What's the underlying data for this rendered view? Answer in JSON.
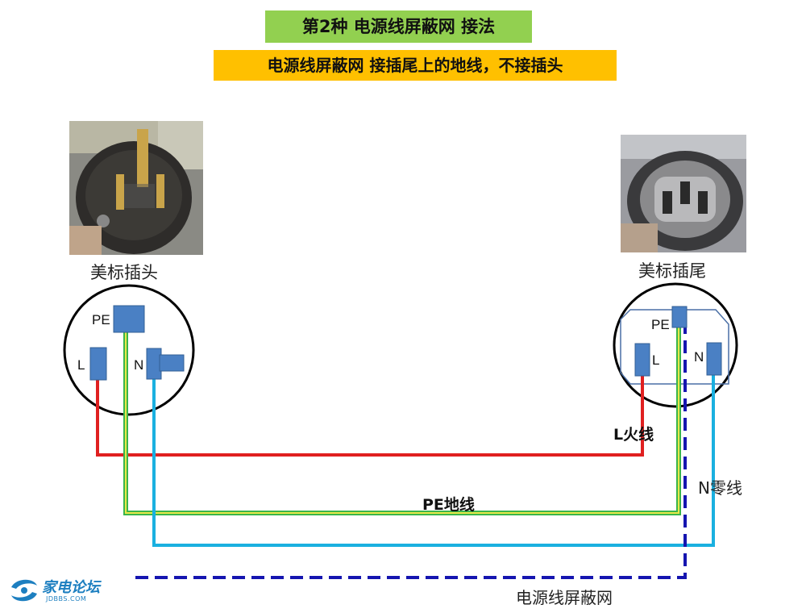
{
  "title": "第2种  电源线屏蔽网 接法",
  "subtitle": "电源线屏蔽网 接插尾上的地线，不接插头",
  "plug_caption": "美标插头",
  "socket_caption": "美标插尾",
  "plug_labels": {
    "pe": "PE",
    "l": "L",
    "n": "N"
  },
  "socket_labels": {
    "pe": "PE",
    "l": "L",
    "n": "N"
  },
  "wire_labels": {
    "live": "L火线",
    "earth": "PE地线",
    "neutral": "N零线",
    "shield": "电源线屏蔽网"
  },
  "colors": {
    "live": "#e02020",
    "earth_yellow": "#e8e84a",
    "earth_green": "#3ab54a",
    "neutral": "#1ab0e0",
    "shield": "#1515b0",
    "pin": "#4a80c4",
    "title_bg": "#92d050",
    "subtitle_bg": "#ffc000"
  },
  "logo": {
    "cn": "家电论坛",
    "en": "JDBBS.COM"
  }
}
